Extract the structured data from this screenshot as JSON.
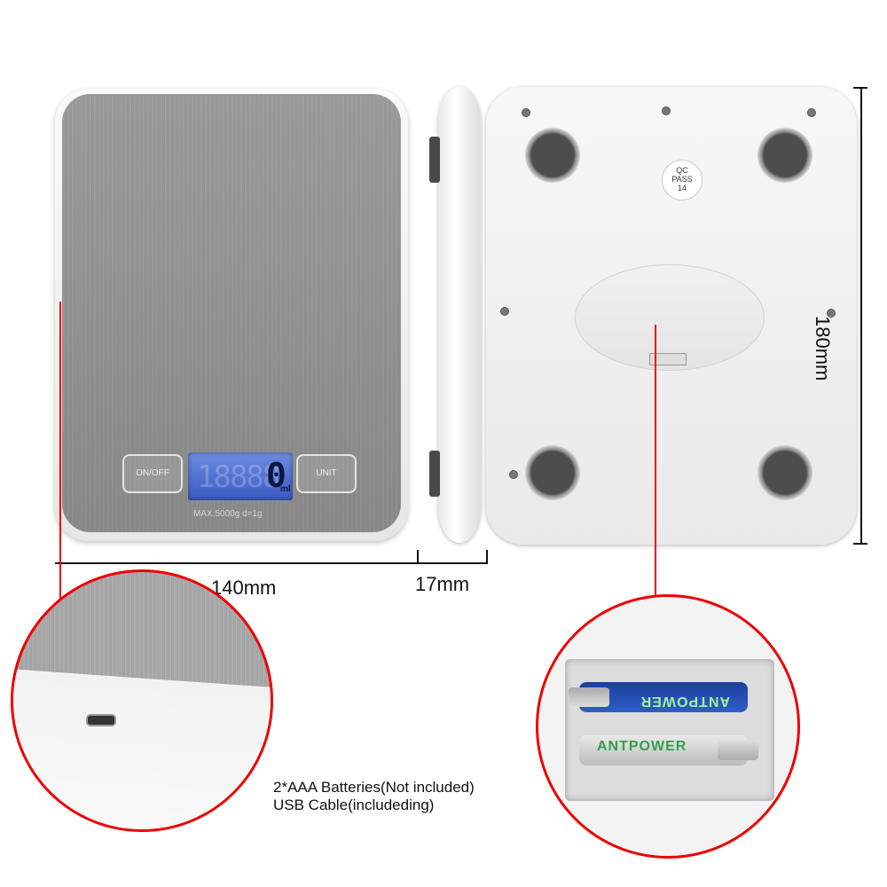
{
  "front_view": {
    "keys": {
      "onoff_label": "ON/OFF",
      "unit_label": "UNIT"
    },
    "display": {
      "reading": "0",
      "unit": "ml",
      "ghost_digits": "18888"
    },
    "model_text": "MAX:5000g  d=1g"
  },
  "back_view": {
    "qc_sticker": {
      "line1": "QC",
      "line2": "PASS",
      "line3": "14"
    }
  },
  "dimensions": {
    "width": "140mm",
    "depth": "17mm",
    "height": "180mm"
  },
  "battery_closeup": {
    "battery_brand_top": "ANTPOWER",
    "battery_brand_bottom": "ANTPOWER"
  },
  "caption": {
    "line1": "2*AAA Batteries(Not included)",
    "line2": "USB Cable(includeding)"
  },
  "colors": {
    "indicator": "#e00000",
    "lcd": "#3a5bc5"
  }
}
